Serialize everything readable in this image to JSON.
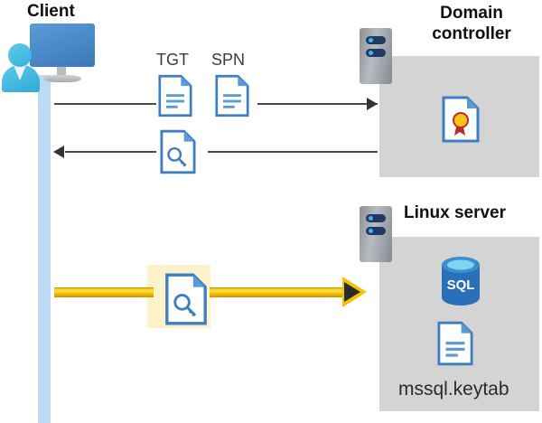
{
  "diagram": {
    "title_client": "Client",
    "title_domain_controller": "Domain\ncontroller",
    "title_domain_controller_line1": "Domain",
    "title_domain_controller_line2": "controller",
    "title_linux_server": "Linux server",
    "labels": {
      "tgt": "TGT",
      "spn": "SPN",
      "keytab_file": "mssql.keytab"
    },
    "icons": {
      "client": "client-computer-user-icon",
      "server_rack_dc": "server-rack-icon",
      "server_rack_linux": "server-rack-icon",
      "tgt_document": "document-icon",
      "spn_document": "document-icon",
      "ticket_key_document": "document-key-icon",
      "service_ticket_key_document": "document-key-icon",
      "certificate_document": "certificate-document-icon",
      "sql_database": "sql-database-icon",
      "keytab_document": "document-icon",
      "arrow_request": "arrow-right-icon",
      "arrow_response": "arrow-left-icon",
      "arrow_authenticate": "arrow-right-highlight-icon"
    },
    "colors": {
      "panel_gray": "#d4d4d4",
      "client_bar_blue": "#bcd9f5",
      "highlight_yellow": "#fdf2c9",
      "arrow_yellow": "#f5c400",
      "doc_blue": "#3d7fc1",
      "sql_blue": "#2a6fb8",
      "line_gray": "#4a4a4a",
      "rack_dark": "#1f3864",
      "rack_led": "#41b6e6",
      "cert_red": "#c0272d",
      "cert_gold": "#f5c518"
    }
  }
}
